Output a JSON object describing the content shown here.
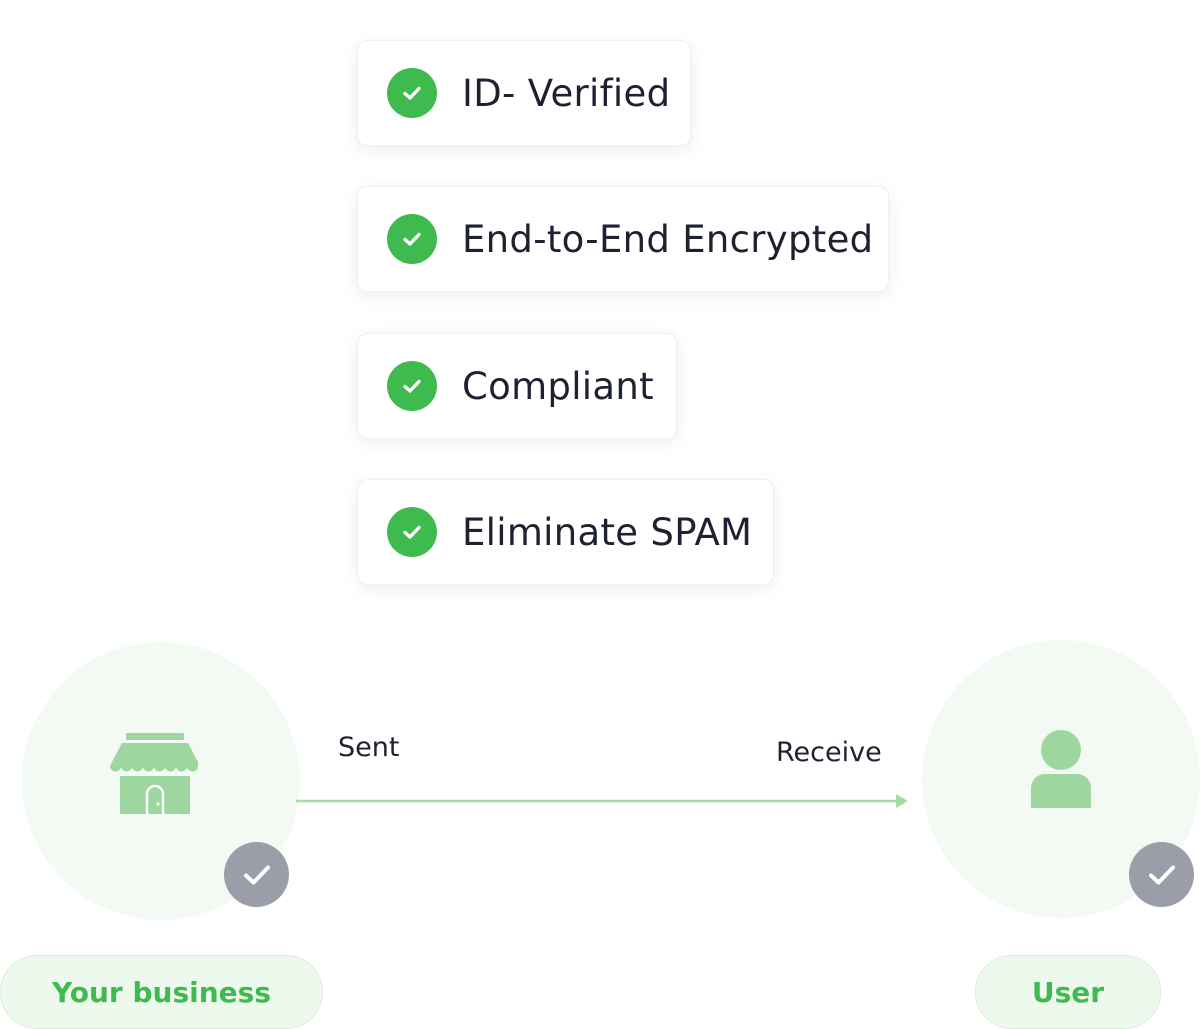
{
  "features": [
    {
      "label": "ID- Verified",
      "icon": "check-circle-icon"
    },
    {
      "label": "End-to-End Encrypted",
      "icon": "check-circle-icon"
    },
    {
      "label": "Compliant",
      "icon": "check-circle-icon"
    },
    {
      "label": "Eliminate SPAM",
      "icon": "check-circle-icon"
    }
  ],
  "flow": {
    "sent_label": "Sent",
    "receive_label": "Receive"
  },
  "sender": {
    "label": "Your business",
    "icon": "storefront-icon"
  },
  "receiver": {
    "label": "User",
    "icon": "user-icon"
  },
  "colors": {
    "accent_green": "#3fba4f",
    "icon_green": "#9dd69f",
    "badge_gray": "#9b9da9",
    "circle_bg": "#f3faf3",
    "pill_bg": "#eef9ee"
  }
}
